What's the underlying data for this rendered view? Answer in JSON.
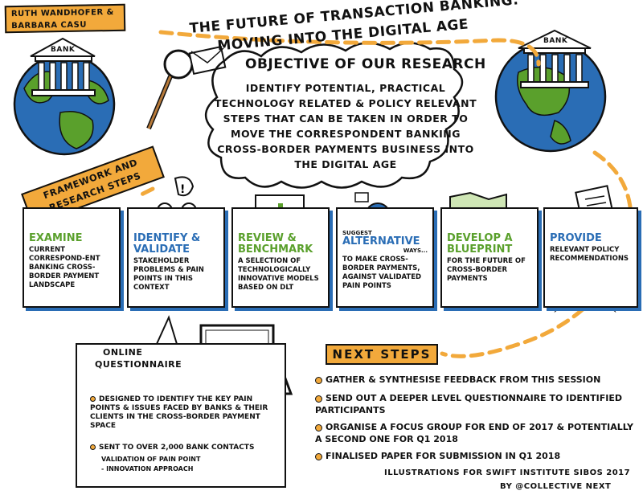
{
  "authors": [
    "RUTH WANDHOFER &",
    "BARBARA CASU"
  ],
  "title": {
    "line1": "The FUTURE of TRANSACTION BANKING:",
    "line2": "MOVING INTO the DIGITAL AGE"
  },
  "objective": {
    "heading": "OBJECTIVE of OUR RESEARCH",
    "text": "IDENTIFY POTENTIAL, PRACTICAL TECHNOLOGY RELATED & POLICY RELEVANT STEPS THAT CAN BE TAKEN IN ORDER TO MOVE THE CORRESPONDENT BANKING CROSS-BORDER PAYMENTS BUSINESS INTO the DIGITAL AGE"
  },
  "bank_label_left": "BANK",
  "bank_label_right": "BANK",
  "framework_banner": [
    "FRAMEWORK and",
    "RESEARCH STEPS"
  ],
  "steps": [
    {
      "head": "EXAMINE",
      "body": "CURRENT CORRESPOND-ENT BANKING CROSS-BORDER PAYMENT LANDSCAPE"
    },
    {
      "head": "IDENTIFY & VALIDATE",
      "body": "STAKEHOLDER PROBLEMS & PAIN POINTS IN THIS CONTEXT"
    },
    {
      "head": "REVIEW & BENCHMARK",
      "body": "A SELECTION OF TECHNOLOGICALLY INNOVATIVE MODELS BASED on DLT"
    },
    {
      "pre": "SUGGEST",
      "head": "ALTERNATIVE",
      "post": "WAYS...",
      "body": "TO MAKE CROSS-BORDER PAYMENTS, AGAINST VALIDATED PAIN POINTS"
    },
    {
      "head": "DEVELOP A BLUEPRINT",
      "body": "FOR THE FUTURE OF CROSS-BORDER PAYMENTS"
    },
    {
      "head": "PROVIDE",
      "body": "RELEVANT POLICY RECOMMENDATIONS"
    }
  ],
  "questionnaire": {
    "title1": "ONLINE",
    "title2": "QUESTIONNAIRE",
    "bullets": [
      "DESIGNED TO IDENTIFY THE KEY PAIN POINTS & ISSUES FACED BY BANKS & THEIR CLIENTS IN THE CROSS-BORDER PAYMENT SPACE",
      "SENT TO OVER 2,000 BANK CONTACTS",
      "VALIDATION of PAIN POINT",
      "- INNOVATION APPROACH"
    ]
  },
  "next_steps": {
    "heading": "NEXT STEPS",
    "items": [
      "GATHER & SYNTHESISE FEEDBACK FROM THIS SESSION",
      "SEND OUT A DEEPER LEVEL QUESTIONNAIRE to IDENTIFIED PARTICIPANTS",
      "ORGANISE A FOCUS GROUP for END of 2017 & POTENTIALLY a SECOND ONE for Q1 2018",
      "FINALISED PAPER for SUBMISSION in Q1 2018"
    ]
  },
  "credit": {
    "line1": "ILLUSTRATIONS for SWIFT INSTITUTE SIBOS 2017",
    "line2": "by @COLLECTIVE NEXT"
  },
  "colors": {
    "orange": "#f2a93b",
    "blue": "#2a6db5",
    "green": "#5aa02c"
  }
}
